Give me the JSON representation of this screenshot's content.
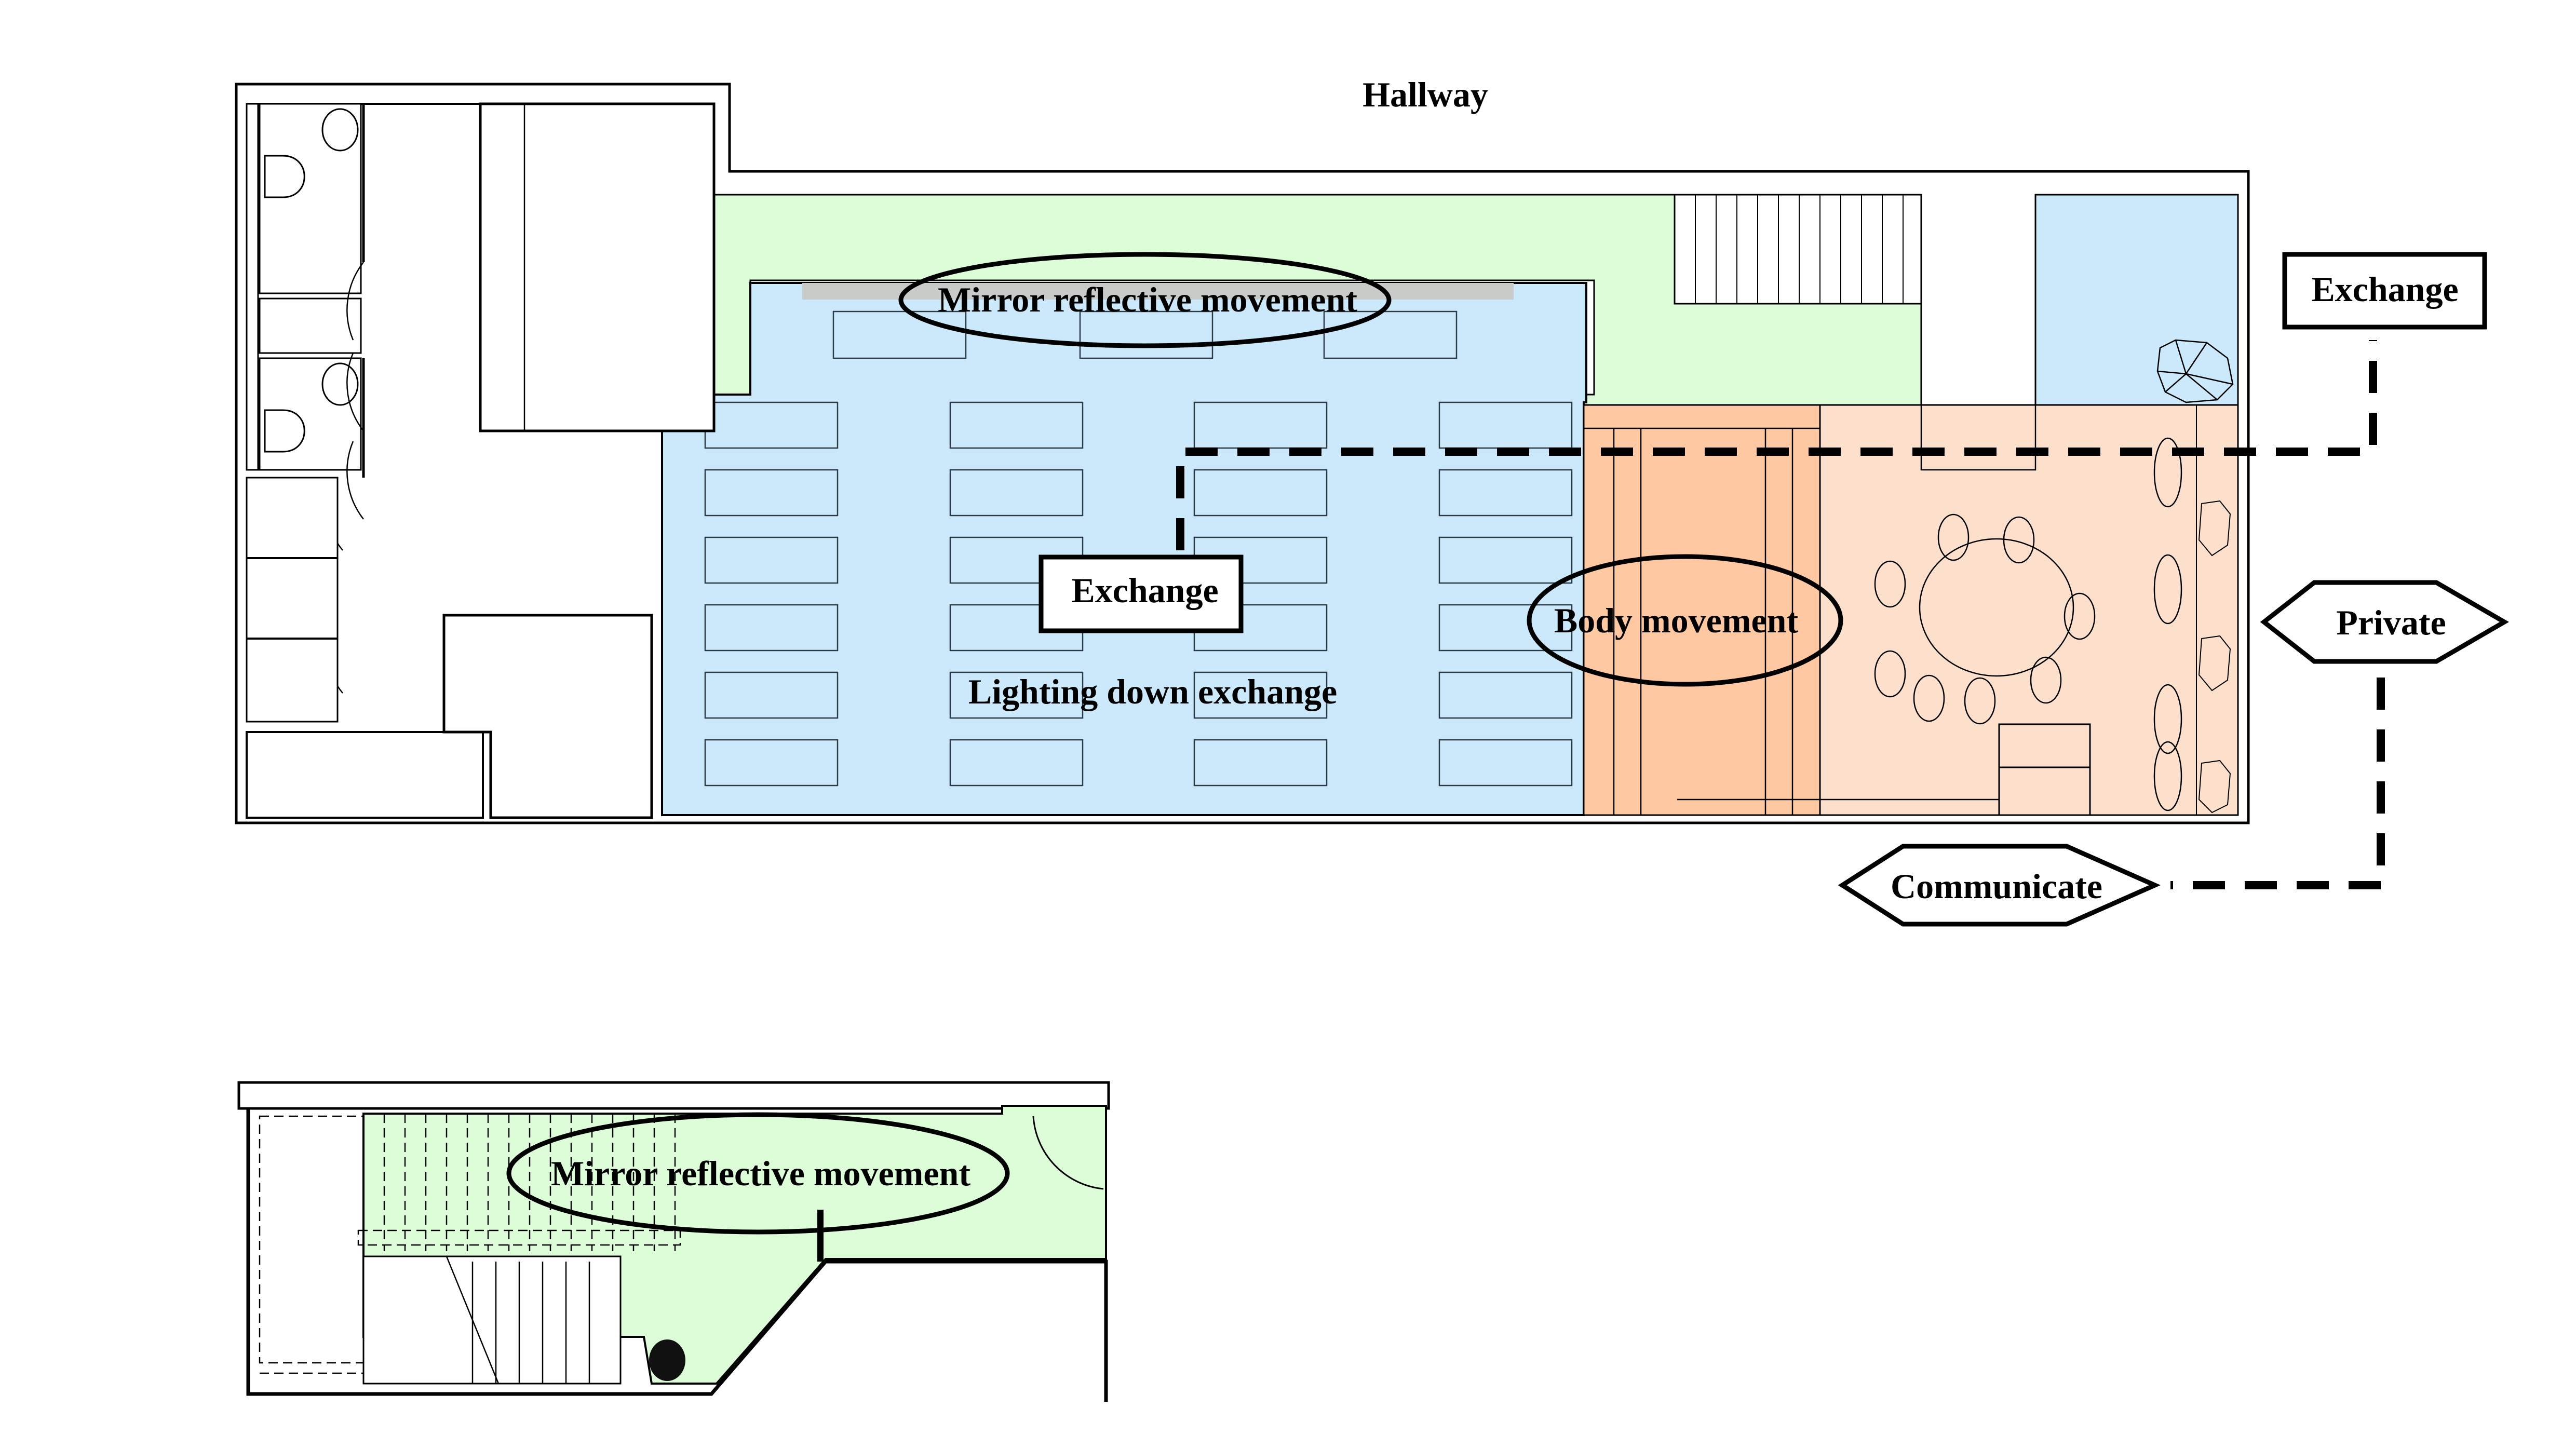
{
  "diagram": {
    "type": "annotated floor plan",
    "labels": {
      "hallway": "Hallway",
      "mirror_upper": "Mirror reflective movement",
      "mirror_lower": "Mirror reflective movement",
      "exchange_inner": "Exchange",
      "lighting": "Lighting down exchange",
      "body": "Body movement",
      "exchange_right": "Exchange",
      "private": "Private",
      "communicate": "Communicate"
    },
    "zones": [
      {
        "name": "mirror-zone",
        "color": "#ddfdd8"
      },
      {
        "name": "lighting-zone",
        "color": "#cce9fb"
      },
      {
        "name": "body-zone",
        "color": "#fdc8a2"
      },
      {
        "name": "meeting-zone",
        "color": "#fde0cb"
      }
    ],
    "connectors": [
      {
        "from": "Exchange",
        "to": "Exchange",
        "style": "dashed"
      },
      {
        "from": "Private",
        "to": "Communicate",
        "style": "dashed"
      }
    ],
    "icons": [
      "toilet-icon",
      "sink-icon",
      "door-swing-icon",
      "stair-icon",
      "plant-icon",
      "table-icon",
      "chair-icon"
    ]
  }
}
